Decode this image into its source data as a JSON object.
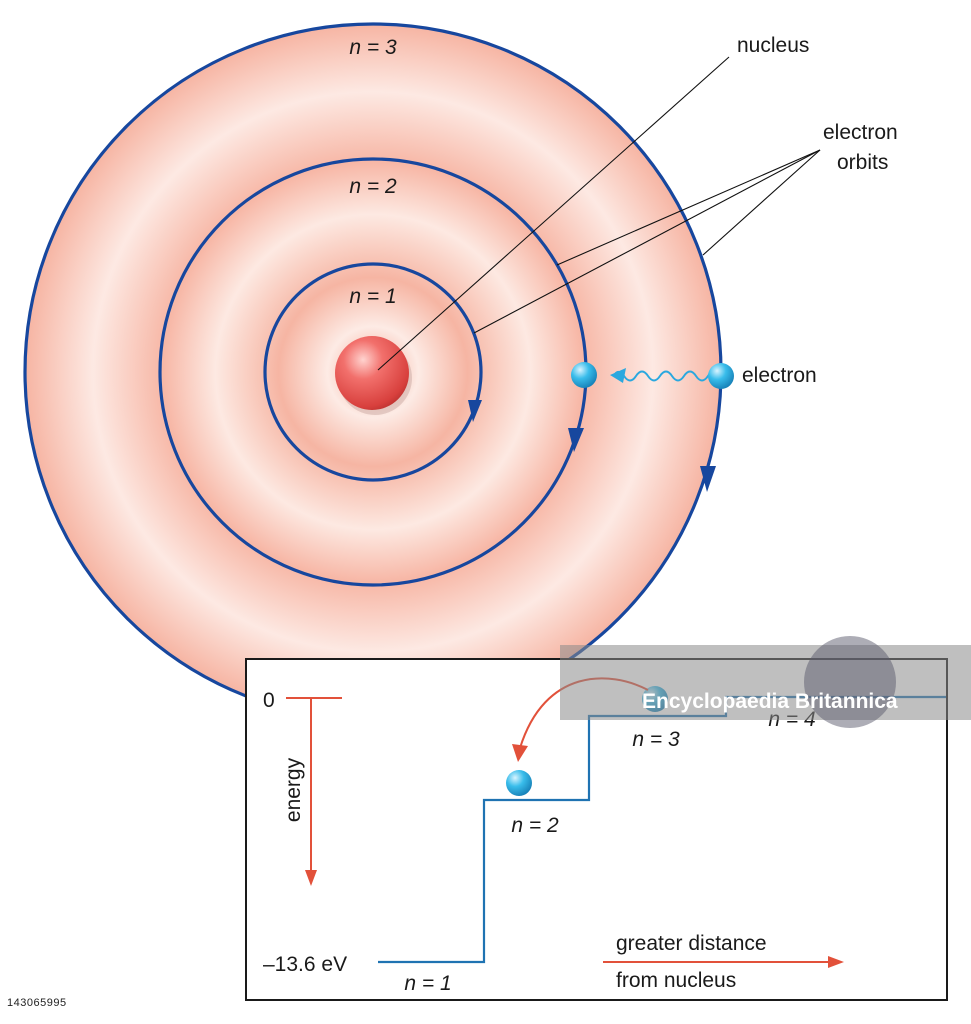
{
  "diagram": {
    "orbit_labels": {
      "n1": "n = 1",
      "n2": "n = 2",
      "n3": "n = 3"
    },
    "callouts": {
      "nucleus": "nucleus",
      "electron_orbits_line1": "electron",
      "electron_orbits_line2": "orbits",
      "electron": "electron"
    }
  },
  "energy_panel": {
    "zero_label": "0",
    "ground_label": "–13.6 eV",
    "axis_label": "energy",
    "levels": {
      "n1": "n = 1",
      "n2": "n = 2",
      "n3": "n = 3",
      "n4": "n = 4"
    },
    "distance_line1": "greater distance",
    "distance_line2": "from nucleus"
  },
  "watermark": {
    "brand": "Encyclopaedia Britannica",
    "id": "143065995"
  },
  "colors": {
    "orbit": "#17479e",
    "glow": "#f4a490",
    "nucleus": "#e8504f",
    "electron": "#2fb3e4",
    "arrow_red": "#e2513a",
    "energy_step": "#1f73b2"
  }
}
